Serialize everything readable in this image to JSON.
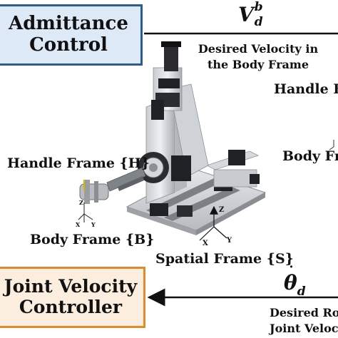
{
  "boxes": {
    "admittance": {
      "line1": "Admittance",
      "line2": "Control"
    },
    "joint": {
      "line1": "Joint Velocity",
      "line2": "Controller"
    }
  },
  "signals": {
    "top": {
      "symbol": "V",
      "sup": "b",
      "sub": "d",
      "label_line1": "Desired Velocity in",
      "label_line2": "the Body Frame"
    },
    "bottom": {
      "symbol": "θ",
      "sub": "d",
      "label_line1": "Desired Rol",
      "label_line2": "Joint Veloc"
    }
  },
  "frames": {
    "handle_left": "Handle Frame {H}",
    "body_left": "Body Frame {B}",
    "spatial": "Spatial Frame {S}",
    "handle_right": "Handle F",
    "body_right": "Body Fr"
  },
  "axes": {
    "x": "X",
    "y": "Y",
    "z": "Z"
  },
  "colors": {
    "admittance_fill": "#dde9f7",
    "admittance_border": "#2f5c8f",
    "joint_fill": "#fbeede",
    "joint_border": "#e3892a"
  }
}
